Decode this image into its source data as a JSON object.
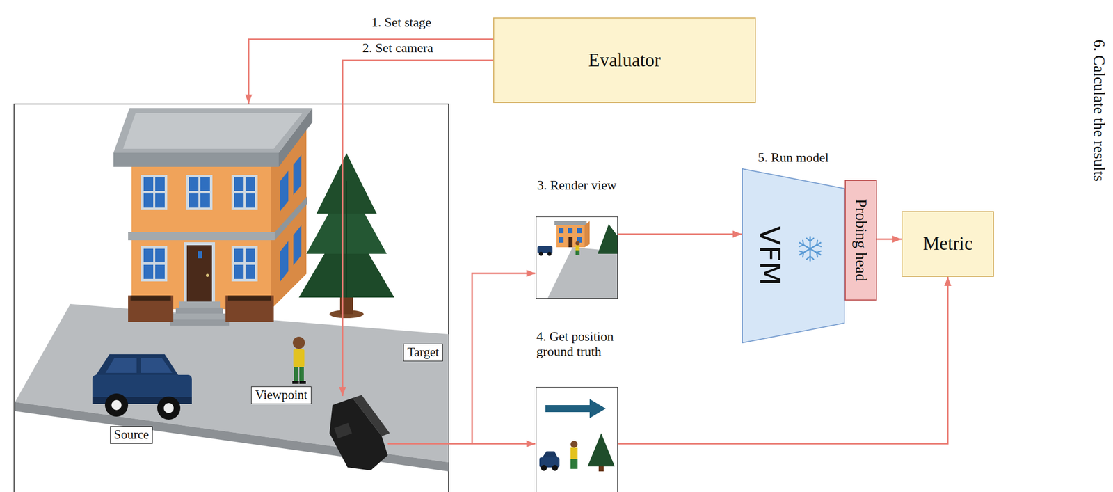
{
  "diagram": {
    "nodes": [
      {
        "text": [
          "Evaluator"
        ]
      },
      {
        "text": [
          "3. Render view"
        ]
      },
      {
        "text": [
          "5. Run model",
          "VFM"
        ]
      },
      {
        "text": [
          "Probing head"
        ]
      },
      {
        "text": [
          "Metric"
        ]
      },
      {
        "text": [
          "Target"
        ]
      },
      {
        "text": [
          "Viewpoint"
        ]
      },
      {
        "text": [
          "Source"
        ]
      },
      {
        "text": [
          "4. Get position ground truth"
        ]
      }
    ],
    "edges": [
      {
        "from": 1,
        "to": 2,
        "arrow": "to"
      },
      {
        "from": 3,
        "to": 4,
        "arrow": "to"
      },
      {
        "from": 8,
        "to": 4,
        "arrow": "to"
      }
    ],
    "labels": [
      "1. Set stage",
      "2. Set camera",
      "6. Calculate the results"
    ]
  }
}
